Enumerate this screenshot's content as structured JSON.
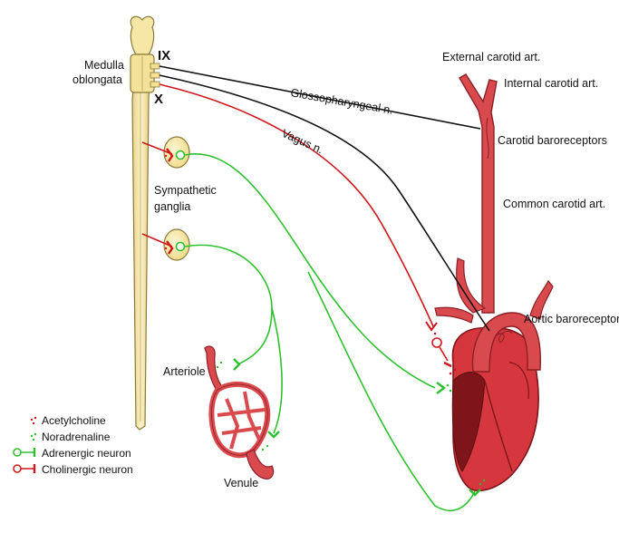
{
  "labels": {
    "medulla_line1": "Medulla",
    "medulla_line2": "oblongata",
    "nerve_ix": "IX",
    "nerve_x": "X",
    "external_carotid": "External carotid art.",
    "internal_carotid": "Internal carotid art.",
    "glossopharyngeal": "Glossopharyngeal n.",
    "carotid_baroreceptors": "Carotid baroreceptors",
    "vagus": "Vagus n.",
    "sympathetic_line1": "Sympathetic",
    "sympathetic_line2": "ganglia",
    "common_carotid": "Common carotid art.",
    "aortic_baroreceptors": "Aortic baroreceptors",
    "arteriole": "Arteriole",
    "venule": "Venule"
  },
  "legend": [
    {
      "label": "Acetylcholine",
      "symbol": "dots",
      "color": "#d0161b"
    },
    {
      "label": "Noradrenaline",
      "symbol": "dots",
      "color": "#2ec12e"
    },
    {
      "label": "Adrenergic neuron",
      "symbol": "neuron",
      "color": "#2ec12e"
    },
    {
      "label": "Cholinergic neuron",
      "symbol": "neuron",
      "color": "#d0161b"
    }
  ],
  "colors": {
    "spinal_cord": "#f7e7a6",
    "spinal_cord_outline": "#8a7a3a",
    "artery": "#d94a4e",
    "artery_dark": "#8c1f24",
    "heart": "#d6363d",
    "heart_dark": "#7e151b",
    "sympathetic": "#2ec12e",
    "parasympathetic": "#d0161b",
    "afferent": "#111111"
  }
}
